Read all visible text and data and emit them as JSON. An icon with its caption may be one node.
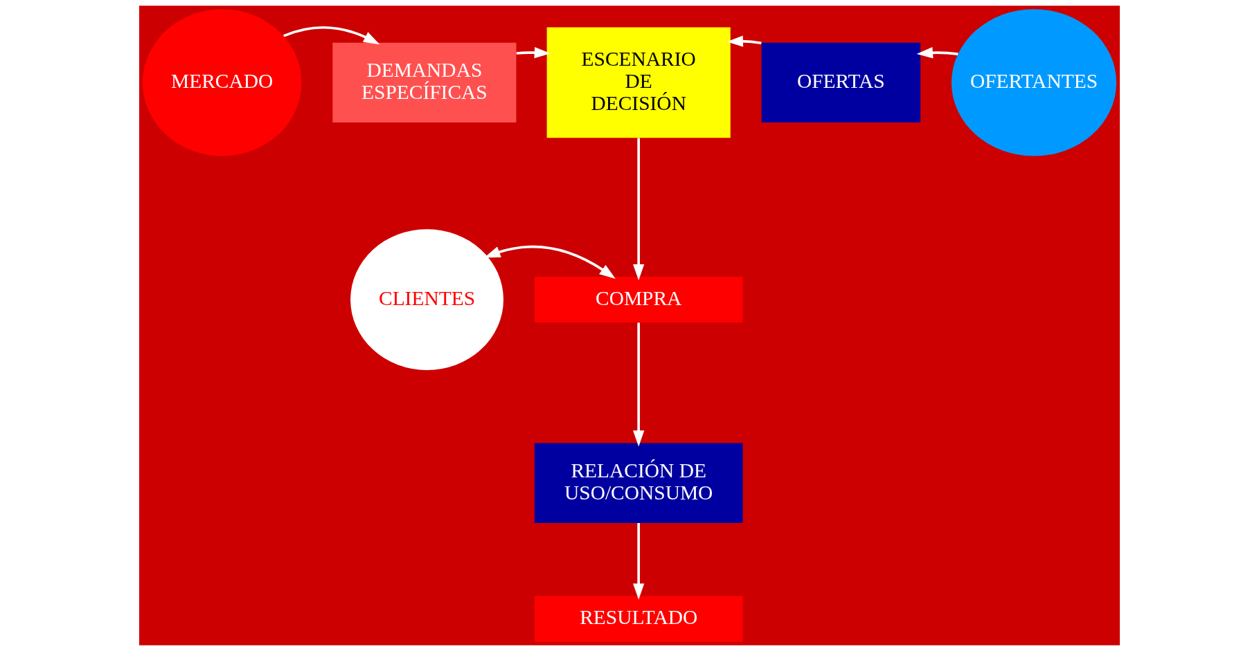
{
  "diagram": {
    "nodes": [
      {
        "text": [
          "MERCADO"
        ]
      },
      {
        "text": [
          "DEMANDAS ESPECÍFICAS"
        ]
      },
      {
        "text": [
          "ESCENARIO DE DECISIÓN"
        ]
      },
      {
        "text": [
          "OFERTAS"
        ]
      },
      {
        "text": [
          "OFERTANTES"
        ]
      },
      {
        "text": [
          "CLIENTES"
        ]
      },
      {
        "text": [
          "COMPRA"
        ]
      },
      {
        "text": [
          "RELACIÓN DE USO/CONSUMO"
        ]
      },
      {
        "text": [
          "RESULTADO"
        ]
      }
    ],
    "edges": [
      {
        "from": 0,
        "to": 1,
        "arrow": "to"
      },
      {
        "from": 1,
        "to": 2,
        "arrow": "to"
      },
      {
        "from": 4,
        "to": 3,
        "arrow": "to"
      },
      {
        "from": 3,
        "to": 2,
        "arrow": "to"
      },
      {
        "from": 2,
        "to": 6,
        "arrow": "to"
      },
      {
        "from": 5,
        "to": 6,
        "arrow": "both"
      },
      {
        "from": 6,
        "to": 7,
        "arrow": "to"
      },
      {
        "from": 7,
        "to": 8,
        "arrow": "to"
      }
    ]
  }
}
